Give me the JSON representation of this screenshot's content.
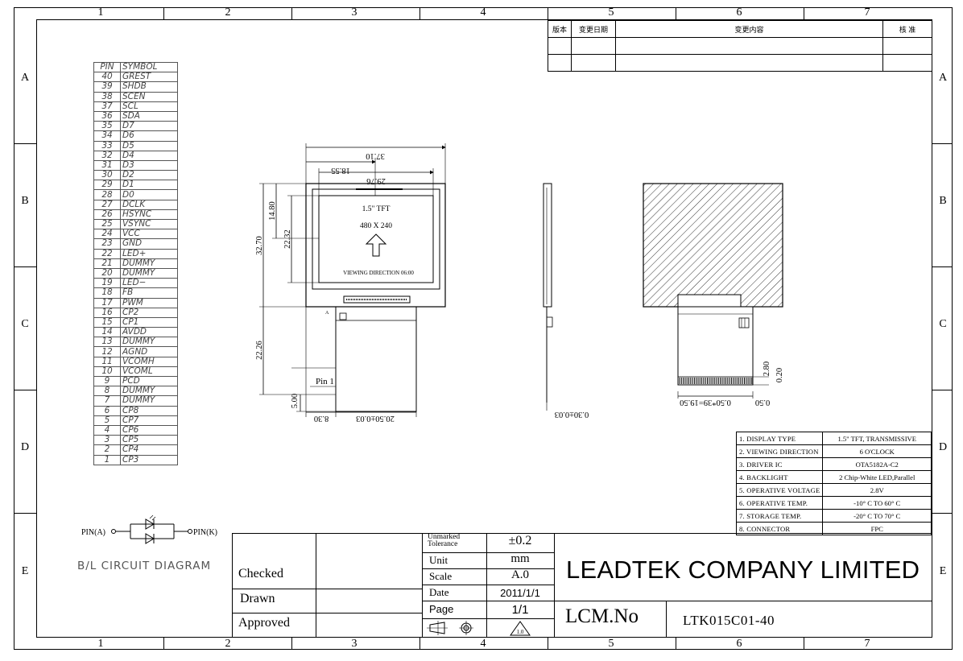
{
  "zones": {
    "columns": [
      "1",
      "2",
      "3",
      "4",
      "5",
      "6",
      "7"
    ],
    "rows": [
      "A",
      "B",
      "C",
      "D",
      "E"
    ]
  },
  "revision_table": {
    "headers": [
      "版本",
      "变更日期",
      "变更内容",
      "核 准"
    ]
  },
  "pin_table": {
    "header": [
      "PIN",
      "SYMBOL"
    ],
    "rows": [
      [
        "40",
        "GREST"
      ],
      [
        "39",
        "SHDB"
      ],
      [
        "38",
        "SCEN"
      ],
      [
        "37",
        "SCL"
      ],
      [
        "36",
        "SDA"
      ],
      [
        "35",
        "D7"
      ],
      [
        "34",
        "D6"
      ],
      [
        "33",
        "D5"
      ],
      [
        "32",
        "D4"
      ],
      [
        "31",
        "D3"
      ],
      [
        "30",
        "D2"
      ],
      [
        "29",
        "D1"
      ],
      [
        "28",
        "D0"
      ],
      [
        "27",
        "DCLK"
      ],
      [
        "26",
        "HSYNC"
      ],
      [
        "25",
        "VSYNC"
      ],
      [
        "24",
        "VCC"
      ],
      [
        "23",
        "GND"
      ],
      [
        "22",
        "LED+"
      ],
      [
        "21",
        "DUMMY"
      ],
      [
        "20",
        "DUMMY"
      ],
      [
        "19",
        "LED−"
      ],
      [
        "18",
        "FB"
      ],
      [
        "17",
        "PWM"
      ],
      [
        "16",
        "CP2"
      ],
      [
        "15",
        "CP1"
      ],
      [
        "14",
        "AVDD"
      ],
      [
        "13",
        "DUMMY"
      ],
      [
        "12",
        "AGND"
      ],
      [
        "11",
        "VCOMH"
      ],
      [
        "10",
        "VCOML"
      ],
      [
        "9",
        "PCD"
      ],
      [
        "8",
        "DUMMY"
      ],
      [
        "7",
        "DUMMY"
      ],
      [
        "6",
        "CP8"
      ],
      [
        "5",
        "CP7"
      ],
      [
        "4",
        "CP6"
      ],
      [
        "3",
        "CP5"
      ],
      [
        "2",
        "CP4"
      ],
      [
        "1",
        "CP3"
      ]
    ]
  },
  "front_view": {
    "screen_size": "1.5\" TFT",
    "resolution": "480 X 240",
    "viewing_direction": "VIEWING DIRECTION 06:00",
    "dim_total_width": "37.10",
    "dim_half_width": "18.55",
    "dim_view_width": "29.76",
    "dim_total_height": "32.70",
    "dim_half_height": "14.80",
    "dim_view_height": "22.32",
    "dim_fpc_length": "22.26",
    "dim_fpc_bottom": "5.00",
    "dim_fpc_offset": "8.30",
    "dim_fpc_width": "20.50±0.03",
    "pin1_label": "Pin 1"
  },
  "side_view": {
    "dim_thickness": "0.30±0.03"
  },
  "back_view": {
    "dim_pitch": "0.50*39=19.50",
    "dim_pin": "0.50",
    "dim_lead": "2.80",
    "dim_thick": "0.20"
  },
  "backlight": {
    "anode_label": "PIN(A)",
    "cathode_label": "PIN(K)",
    "caption": "B/L  CIRCUIT  DIAGRAM"
  },
  "specs": [
    [
      "1. DISPLAY TYPE",
      "1.5\" TFT, TRANSMISSIVE"
    ],
    [
      "2. VIEWING DIRECTION",
      "6 O'CLOCK"
    ],
    [
      "3. DRIVER IC",
      "OTA5182A-C2"
    ],
    [
      "4. BACKLIGHT",
      "2 Chip-White LED,Parallel"
    ],
    [
      "5. OPERATIVE VOLTAGE",
      "2.8V"
    ],
    [
      "6. OPERATIVE TEMP.",
      "-10° C TO 60° C"
    ],
    [
      "7. STORAGE TEMP.",
      "-20° C TO 70° C"
    ],
    [
      "8. CONNECTOR",
      "FPC"
    ]
  ],
  "title_block": {
    "checked": "Checked",
    "drawn": "Drawn",
    "approved": "Approved",
    "tolerance_label": "Unmarked Tolerance",
    "tolerance_value": "±0.2",
    "unit_label": "Unit",
    "unit_value": "mm",
    "scale_label": "Scale",
    "scale_value": "A.0",
    "date_label": "Date",
    "date_value": "2011/1/1",
    "page_label": "Page",
    "page_value": "1/1",
    "revision_mark": "1.0",
    "company": "LEADTEK COMPANY LIMITED",
    "lcm_label": "LCM.No",
    "lcm_number": "LTK015C01-40"
  }
}
